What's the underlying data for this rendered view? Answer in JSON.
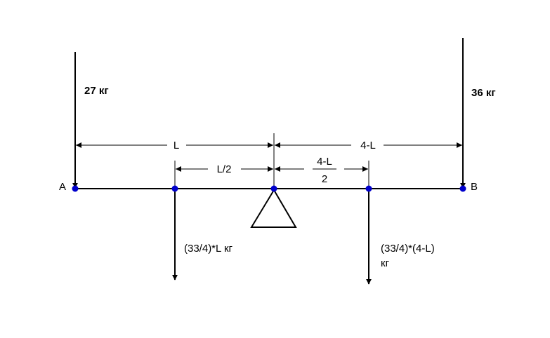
{
  "colors": {
    "line": "#000000",
    "node": "#0000cc",
    "background": "#ffffff"
  },
  "points": {
    "a": "A",
    "b": "B"
  },
  "forces": {
    "load_a": "27 кг",
    "load_b": "36 кг",
    "left_weight": "(33/4)*L кг",
    "right_weight_line1": "(33/4)*(4-L)",
    "right_weight_line2": "кг"
  },
  "dimensions": {
    "left_span": "L",
    "right_span": "4-L",
    "left_half": "L/2",
    "right_half_numerator": "4-L",
    "right_half_denominator": "2"
  }
}
